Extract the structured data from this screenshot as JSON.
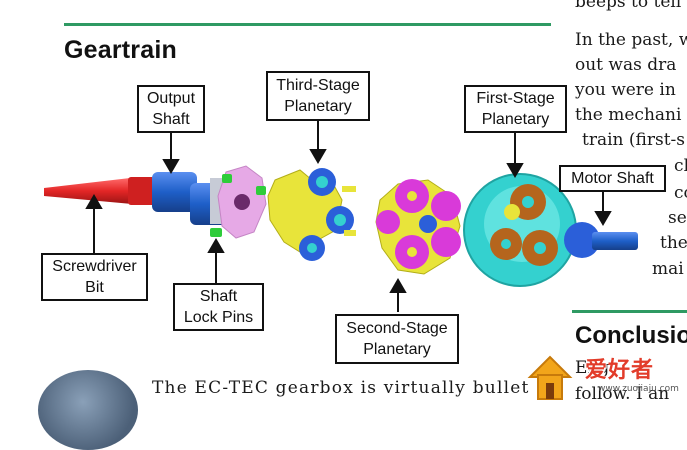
{
  "section": {
    "title": "Geartrain"
  },
  "callouts": {
    "output_shaft": [
      "Output",
      "Shaft"
    ],
    "third_stage": [
      "Third-Stage",
      "Planetary"
    ],
    "first_stage": [
      "First-Stage",
      "Planetary"
    ],
    "motor_shaft": [
      "Motor Shaft"
    ],
    "screwdriver_bit": [
      "Screwdriver",
      "Bit"
    ],
    "shaft_lock_pins": [
      "Shaft",
      "Lock Pins"
    ],
    "second_stage": [
      "Second-Stage",
      "Planetary"
    ]
  },
  "right_column": {
    "lines": [
      "beeps to tell y",
      "In the past, w",
      "out was dra",
      "you were in",
      "the mechani",
      "train (first-s",
      "ch",
      "co",
      "se",
      "the",
      "mai"
    ]
  },
  "conclusion": {
    "heading": "Conclusio",
    "line1": "Eng",
    "line2": "follow. I an"
  },
  "bottom": {
    "text": "The EC-TEC gearbox is virtually bullet"
  },
  "watermark": {
    "brand": "爱好者",
    "url": "www.zuojiaju.com"
  },
  "colors": {
    "accent_rule": "#2f9a63",
    "bit_red": "#e32626",
    "shaft_blue": "#1e5fc8",
    "pin_green": "#2ecc3a",
    "lock_pink": "#e6a9e6",
    "third_yellow": "#e8e43a",
    "second_magenta": "#d93ad9",
    "first_cyan": "#34d1cf",
    "planet_brown": "#b5651d",
    "gear_blue": "#2b5fd9"
  }
}
